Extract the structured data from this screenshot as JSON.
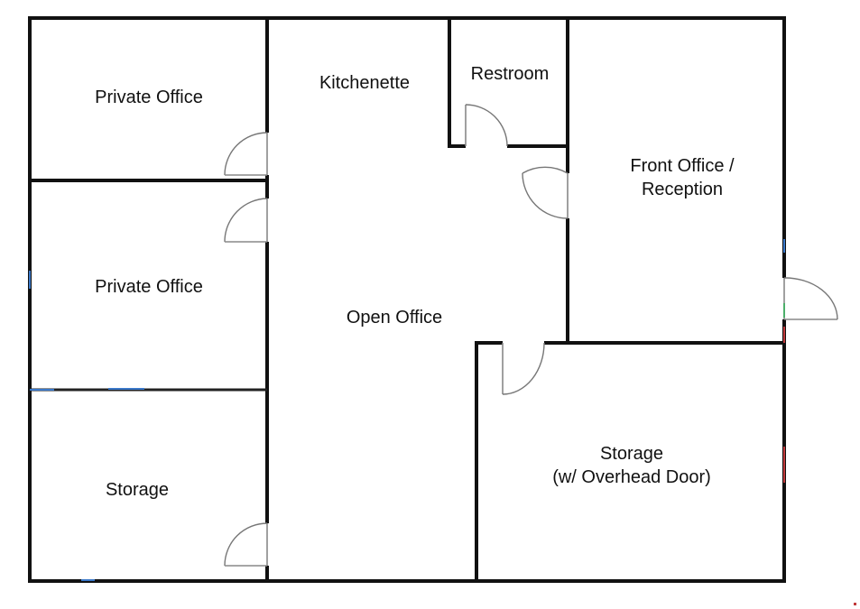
{
  "rooms": {
    "private_office_top": "Private Office",
    "private_office_mid": "Private Office",
    "storage_left": "Storage",
    "kitchenette": "Kitchenette",
    "restroom": "Restroom",
    "front_office_line1": "Front Office /",
    "front_office_line2": "Reception",
    "open_office": "Open Office",
    "storage_right_line1": "Storage",
    "storage_right_line2": "(w/ Overhead Door)"
  },
  "colors": {
    "wall": "#111111",
    "door": "#888888",
    "marker_blue": "#3a78c9",
    "marker_red": "#c0393b",
    "marker_green": "#4caf6a"
  }
}
